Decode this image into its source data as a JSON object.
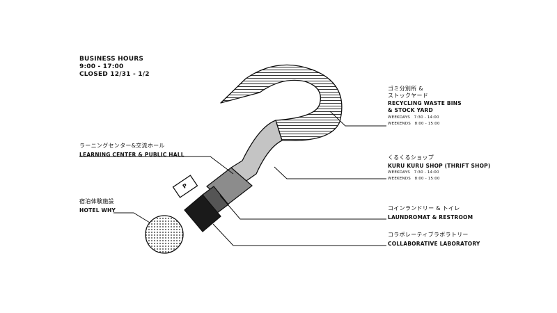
{
  "business_hours": {
    "title": "BUSINESS HOURS",
    "time": "9:00 - 17:00",
    "closed": "CLOSED 12/31 - 1/2"
  },
  "areas": {
    "recycling": {
      "jp_line1": "ゴミ分別所 &",
      "jp_line2": "ストックヤード",
      "en_line1": "RECYCLING WASTE BINS",
      "en_line2": "& STOCK YARD",
      "weekdays": "WEEKDAYS　7:30 - 14:00",
      "weekends": "WEEKENDS　8:00 - 15:00"
    },
    "kuru_kuru": {
      "jp": "くるくるショップ",
      "en": "KURU KURU SHOP (THRIFT SHOP)",
      "weekdays": "WEEKDAYS　7:30 - 14:00",
      "weekends": "WEEKENDS　8:00 - 15:00"
    },
    "learning_center": {
      "jp": "ラーニングセンター&交流ホール",
      "en": "LEARNING CENTER & PUBLIC HALL"
    },
    "laundromat": {
      "jp": "コインランドリー & トイレ",
      "en": "LAUNDROMAT & RESTROOM"
    },
    "laboratory": {
      "jp": "コラボレーティブラボラトリー",
      "en": "COLLABORATIVE LABORATORY"
    },
    "hotel": {
      "jp": "宿泊体験施設",
      "en": "HOTEL WHY"
    }
  },
  "parking": {
    "label": "P"
  },
  "colors": {
    "ink": "#111111",
    "kuru_kuru_fill": "#c4c4c4",
    "learning_center_fill": "#8c8c8c",
    "laundromat_fill": "#555555",
    "laboratory_fill": "#1a1a1a"
  }
}
